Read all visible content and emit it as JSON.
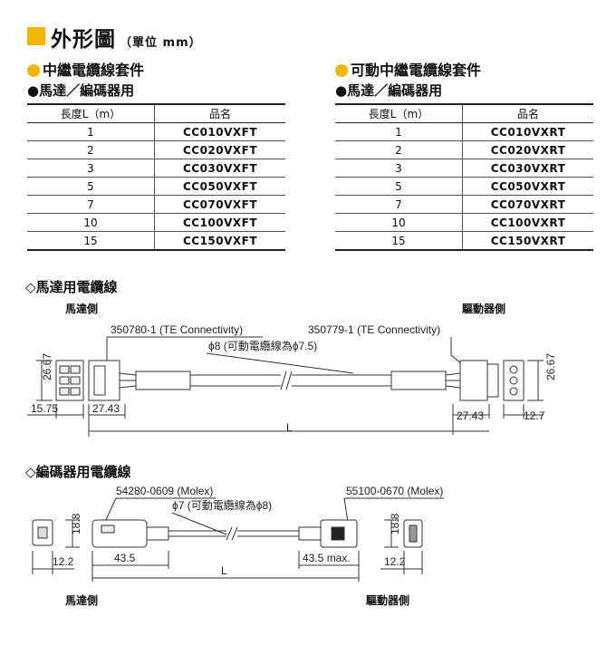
{
  "header": {
    "title": "外形圖",
    "unit": "（單位 mm）"
  },
  "left_table": {
    "heading": "中繼電纜線套件",
    "subheading": "●馬達／編碼器用",
    "col_length": "長度L（m）",
    "col_part": "品名",
    "rows": [
      {
        "len": "1",
        "part": "CC010VXFT"
      },
      {
        "len": "2",
        "part": "CC020VXFT"
      },
      {
        "len": "3",
        "part": "CC030VXFT"
      },
      {
        "len": "5",
        "part": "CC050VXFT"
      },
      {
        "len": "7",
        "part": "CC070VXFT"
      },
      {
        "len": "10",
        "part": "CC100VXFT"
      },
      {
        "len": "15",
        "part": "CC150VXFT"
      }
    ]
  },
  "right_table": {
    "heading": "可動中繼電纜線套件",
    "subheading": "●馬達／編碼器用",
    "col_length": "長度L（m）",
    "col_part": "品名",
    "rows": [
      {
        "len": "1",
        "part": "CC010VXRT"
      },
      {
        "len": "2",
        "part": "CC020VXRT"
      },
      {
        "len": "3",
        "part": "CC030VXRT"
      },
      {
        "len": "5",
        "part": "CC050VXRT"
      },
      {
        "len": "7",
        "part": "CC070VXRT"
      },
      {
        "len": "10",
        "part": "CC100VXRT"
      },
      {
        "len": "15",
        "part": "CC150VXRT"
      }
    ]
  },
  "motor_cable": {
    "title": "◇馬達用電纜線",
    "side_left": "馬達側",
    "side_right": "驅動器側",
    "connector_left": "350780-1 (TE Connectivity)",
    "connector_right": "350779-1 (TE Connectivity)",
    "diameter": "ϕ8 (可動電纜線為ϕ7.5)",
    "dim_height_left": "26.67",
    "dim_height_right": "26.67",
    "dim_w_left": "15.75",
    "dim_len_left": "27.43",
    "dim_len_right": "27.43",
    "dim_w_right": "12.7",
    "dim_L": "L"
  },
  "encoder_cable": {
    "title": "◇編碼器用電纜線",
    "side_left": "馬達側",
    "side_right": "驅動器側",
    "connector_left": "54280-0609 (Molex)",
    "connector_right": "55100-0670 (Molex)",
    "diameter": "ϕ7 (可動電纜線為ϕ8)",
    "dim_height_left": "18.8",
    "dim_height_right": "18.8",
    "dim_w_left": "12.2",
    "dim_len_left": "43.5",
    "dim_len_right": "43.5 max.",
    "dim_w_right": "12.2",
    "dim_L": "L"
  }
}
